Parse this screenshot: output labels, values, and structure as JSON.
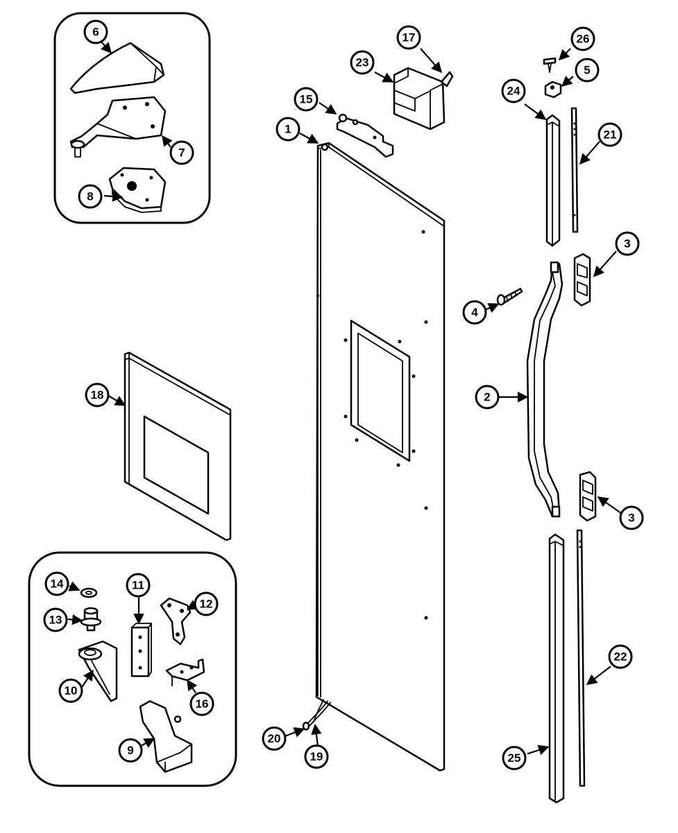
{
  "callouts": [
    {
      "id": "c6",
      "label": "6"
    },
    {
      "id": "c7",
      "label": "7"
    },
    {
      "id": "c8",
      "label": "8"
    },
    {
      "id": "c17",
      "label": "17"
    },
    {
      "id": "c23",
      "label": "23"
    },
    {
      "id": "c15",
      "label": "15"
    },
    {
      "id": "c1",
      "label": "1"
    },
    {
      "id": "c26",
      "label": "26"
    },
    {
      "id": "c5",
      "label": "5"
    },
    {
      "id": "c24",
      "label": "24"
    },
    {
      "id": "c21",
      "label": "21"
    },
    {
      "id": "c3a",
      "label": "3"
    },
    {
      "id": "c4",
      "label": "4"
    },
    {
      "id": "c2",
      "label": "2"
    },
    {
      "id": "c3b",
      "label": "3"
    },
    {
      "id": "c18",
      "label": "18"
    },
    {
      "id": "c14",
      "label": "14"
    },
    {
      "id": "c11",
      "label": "11"
    },
    {
      "id": "c12",
      "label": "12"
    },
    {
      "id": "c13",
      "label": "13"
    },
    {
      "id": "c10",
      "label": "10"
    },
    {
      "id": "c16",
      "label": "16"
    },
    {
      "id": "c9",
      "label": "9"
    },
    {
      "id": "c20",
      "label": "20"
    },
    {
      "id": "c19",
      "label": "19"
    },
    {
      "id": "c22",
      "label": "22"
    },
    {
      "id": "c25",
      "label": "25"
    }
  ]
}
